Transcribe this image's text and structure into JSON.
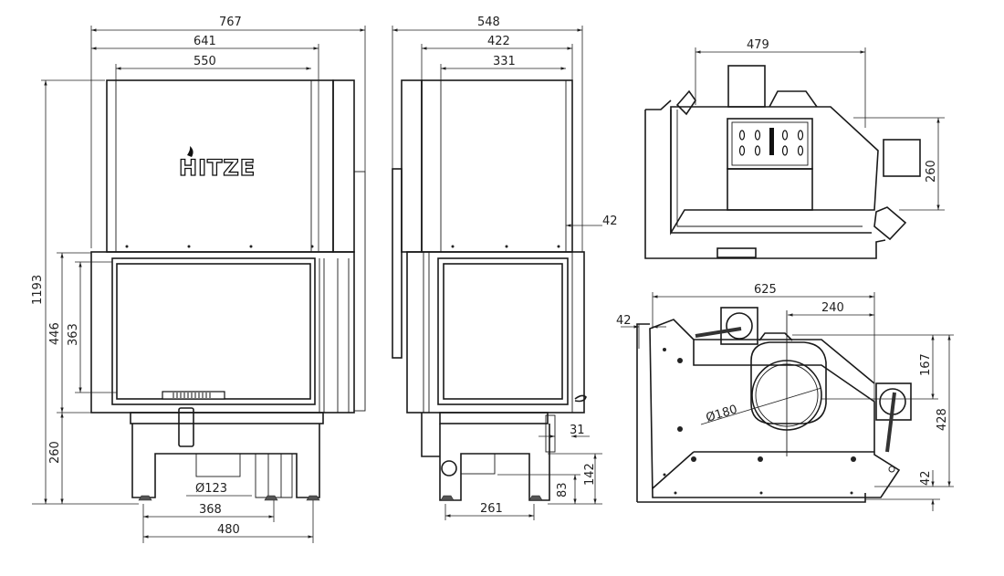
{
  "brand_logo": "HITZE",
  "front_view": {
    "dims": {
      "overall_width": "767",
      "body_width": "641",
      "panel_width": "550",
      "total_height": "1193",
      "door_height": "446",
      "glass_height": "363",
      "base_height": "260",
      "flue_diameter": "Ø123",
      "leg_spacing_inner": "368",
      "leg_spacing_outer": "480"
    }
  },
  "side_view": {
    "dims": {
      "overall_depth": "548",
      "body_depth": "422",
      "panel_depth": "331",
      "side_offset": "42",
      "handle_offset": "31",
      "outlet_height": "142",
      "outlet_center": "83",
      "leg_spacing": "261"
    }
  },
  "top_view": {
    "dims": {
      "width": "479",
      "depth": "260"
    }
  },
  "plan_view": {
    "dims": {
      "width": "625",
      "flue_offset": "240",
      "left_offset": "42",
      "flue_depth": "167",
      "depth": "428",
      "bottom_offset": "42",
      "flue_diameter": "Ø180"
    }
  }
}
